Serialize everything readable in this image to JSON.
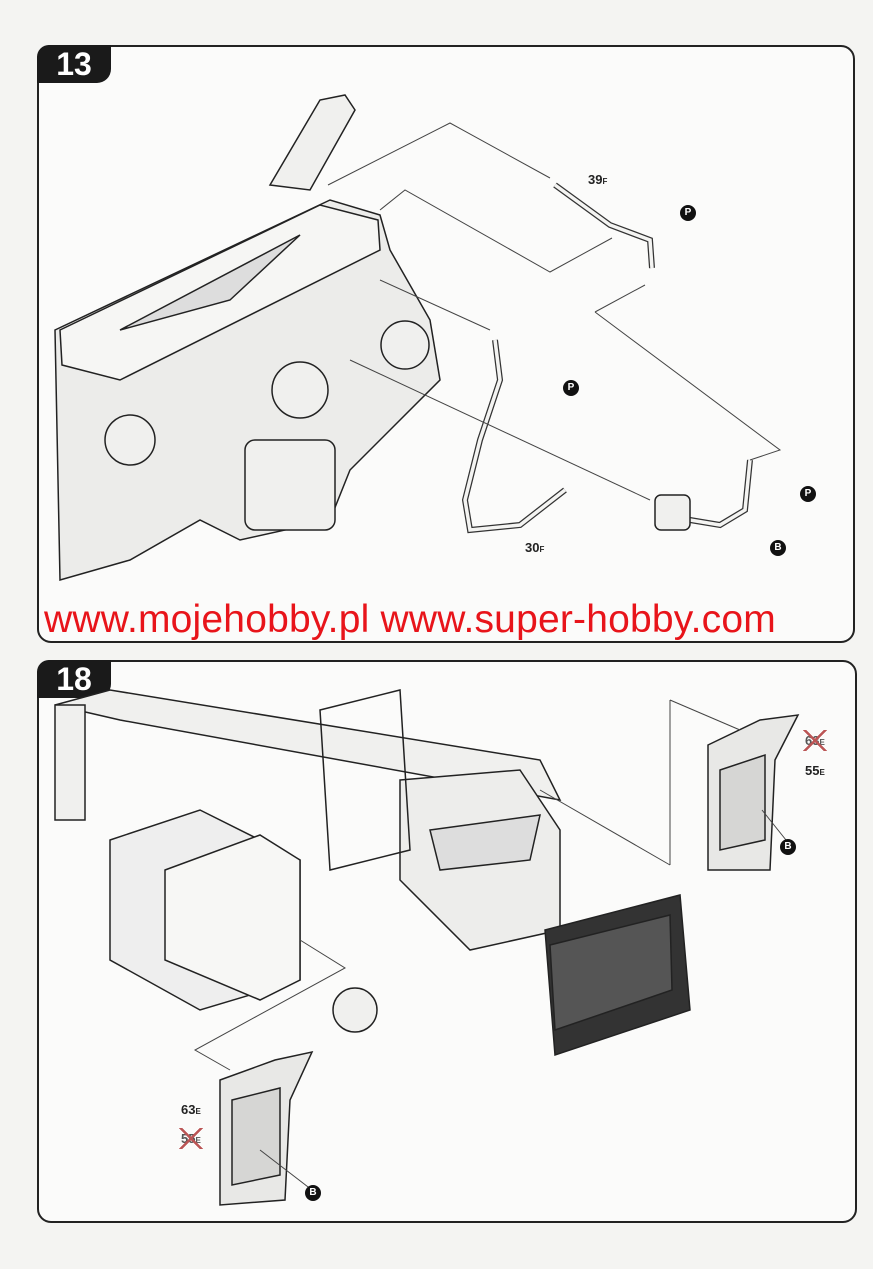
{
  "steps": [
    {
      "number": "13",
      "labels": {
        "part_39": "39",
        "part_39_sprue": "F",
        "part_30": "30",
        "part_30_sprue": "F",
        "p1": "P",
        "p2": "P",
        "p3": "P",
        "b": "B"
      }
    },
    {
      "number": "18",
      "labels": {
        "right_63": "63",
        "right_63_sprue": "E",
        "right_55": "55",
        "right_55_sprue": "E",
        "right_b": "B",
        "left_63": "63",
        "left_63_sprue": "E",
        "left_55": "55",
        "left_55_sprue": "E",
        "left_b": "B"
      }
    }
  ],
  "watermark": "www.mojehobby.pl www.super-hobby.com",
  "colors": {
    "watermark": "#e8141a",
    "cross": "#b55555"
  }
}
